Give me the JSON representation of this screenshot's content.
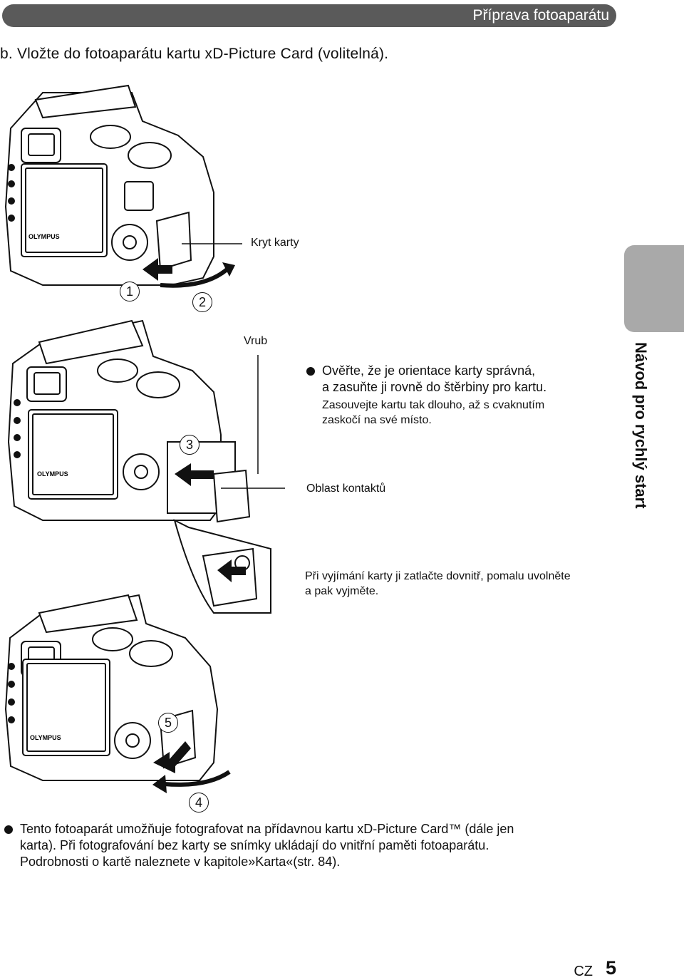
{
  "header": {
    "title": "Příprava fotoaparátu"
  },
  "step": {
    "title": "b.   Vložte do fotoaparátu kartu xD-Picture Card (volitelná)."
  },
  "figure1": {
    "label_cover": "Kryt karty",
    "step1": "1",
    "step2": "2",
    "brand": "OLYMPUS"
  },
  "figure2": {
    "label_notch": "Vrub",
    "label_contacts": "Oblast kontaktů",
    "step3": "3",
    "brand": "OLYMPUS",
    "bullet_line1": "Ověřte, že je orientace karty správná,",
    "bullet_line2": "a zasuňte ji rovně do štěrbiny pro kartu.",
    "note_line1": "Zasouvejte kartu tak dlouho, až s cvaknutím",
    "note_line2": "zaskočí na své místo."
  },
  "removal": {
    "line1": "Při vyjímání karty ji zatlačte dovnitř, pomalu uvolněte",
    "line2": "a pak vyjměte."
  },
  "figure3": {
    "step4": "4",
    "step5": "5",
    "brand": "OLYMPUS"
  },
  "info": {
    "line1": "Tento fotoaparát umožňuje fotografovat na přídavnou kartu xD-Picture Card™ (dále jen",
    "line2": "karta). Při fotografování bez karty se snímky ukládají do vnitřní paměti fotoaparátu.",
    "line3": "Podrobnosti o kartě naleznete v kapitole»Karta«(str. 84)."
  },
  "side_tab": {
    "label": "Návod pro rychlý start"
  },
  "footer": {
    "lang": "CZ",
    "page": "5"
  }
}
